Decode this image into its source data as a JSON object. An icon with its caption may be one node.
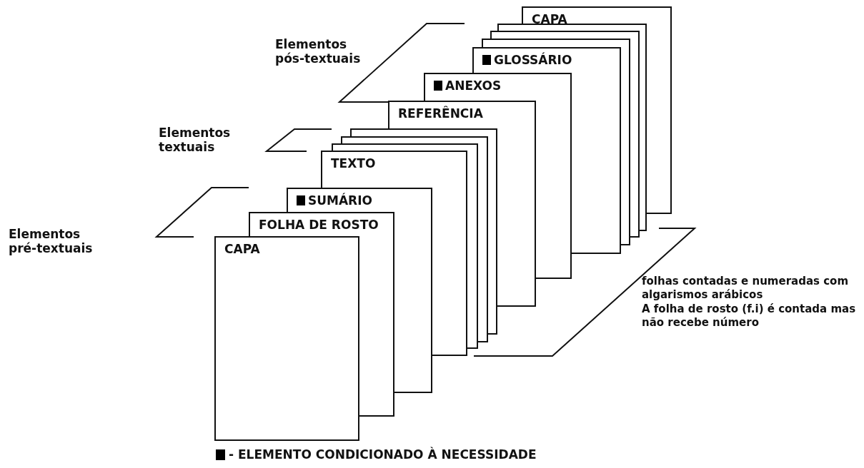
{
  "diagram": {
    "nodes": [
      {
        "text": [
          "CAPA"
        ]
      },
      {
        "text": [
          "FOLHA DE ROSTO"
        ]
      },
      {
        "text": [
          "SUMÁRIO"
        ]
      },
      {
        "text": [
          "TEXTO"
        ]
      },
      {
        "text": [],
        "shape": "box"
      },
      {
        "text": [],
        "shape": "box"
      },
      {
        "text": [],
        "shape": "box"
      },
      {
        "text": [
          "REFERÊNCIA"
        ]
      },
      {
        "text": [
          "ANEXOS"
        ]
      },
      {
        "text": [
          "GLOSSÁRIO"
        ]
      },
      {
        "text": [],
        "shape": "box"
      },
      {
        "text": [],
        "shape": "box"
      },
      {
        "text": [],
        "shape": "box"
      },
      {
        "text": [
          "CAPA"
        ]
      }
    ],
    "edges": [],
    "labels": [
      "Elementos pós-textuais",
      "Elementos textuais",
      "Elementos pré-textuais",
      "folhas contadas e numeradas com algarismos arábicos",
      "A folha de rosto (f.i) é contada mas não recebe número"
    ],
    "legend": [
      {
        "text": "- ELEMENTO CONDICIONADO À NECESSIDADE",
        "color": "#000000"
      }
    ]
  }
}
